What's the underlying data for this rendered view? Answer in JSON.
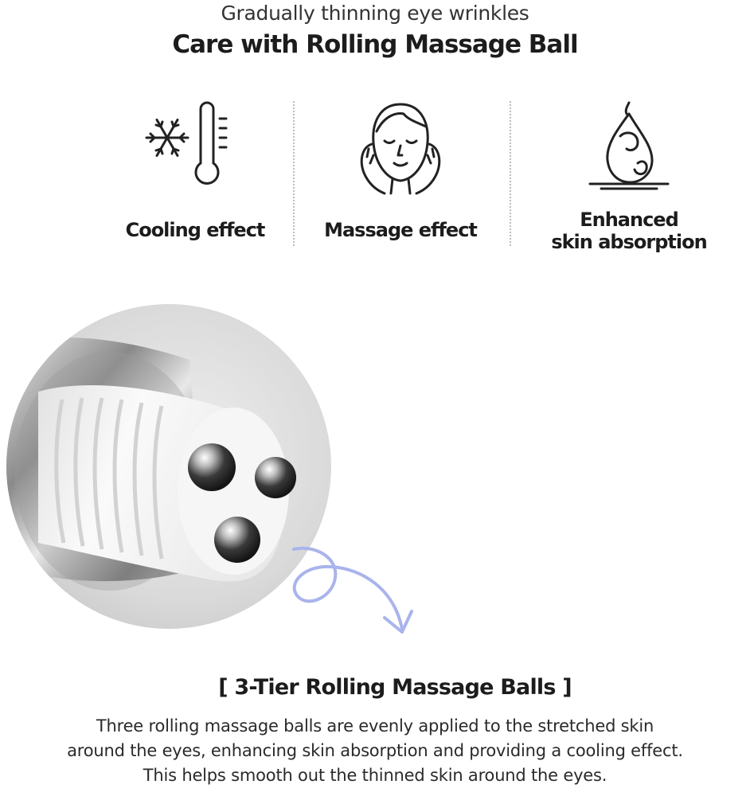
{
  "header": {
    "subtitle": "Gradually thinning eye wrinkles",
    "title": "Care with Rolling Massage Ball"
  },
  "features": [
    {
      "label": "Cooling effect",
      "icon": "snowflake-thermometer-icon"
    },
    {
      "label": "Massage effect",
      "icon": "face-hands-icon"
    },
    {
      "label_line1": "Enhanced",
      "label_line2": "skin absorption",
      "icon": "droplet-icon"
    }
  ],
  "product": {
    "heading": "[ 3-Tier Rolling Massage Balls ]",
    "description": [
      "Three rolling massage balls are evenly applied to the stretched skin",
      "around the eyes, enhancing skin absorption and providing a cooling effect.",
      "This helps smooth out the thinned skin around the eyes."
    ],
    "arrow_color": "#a9b4ec"
  }
}
